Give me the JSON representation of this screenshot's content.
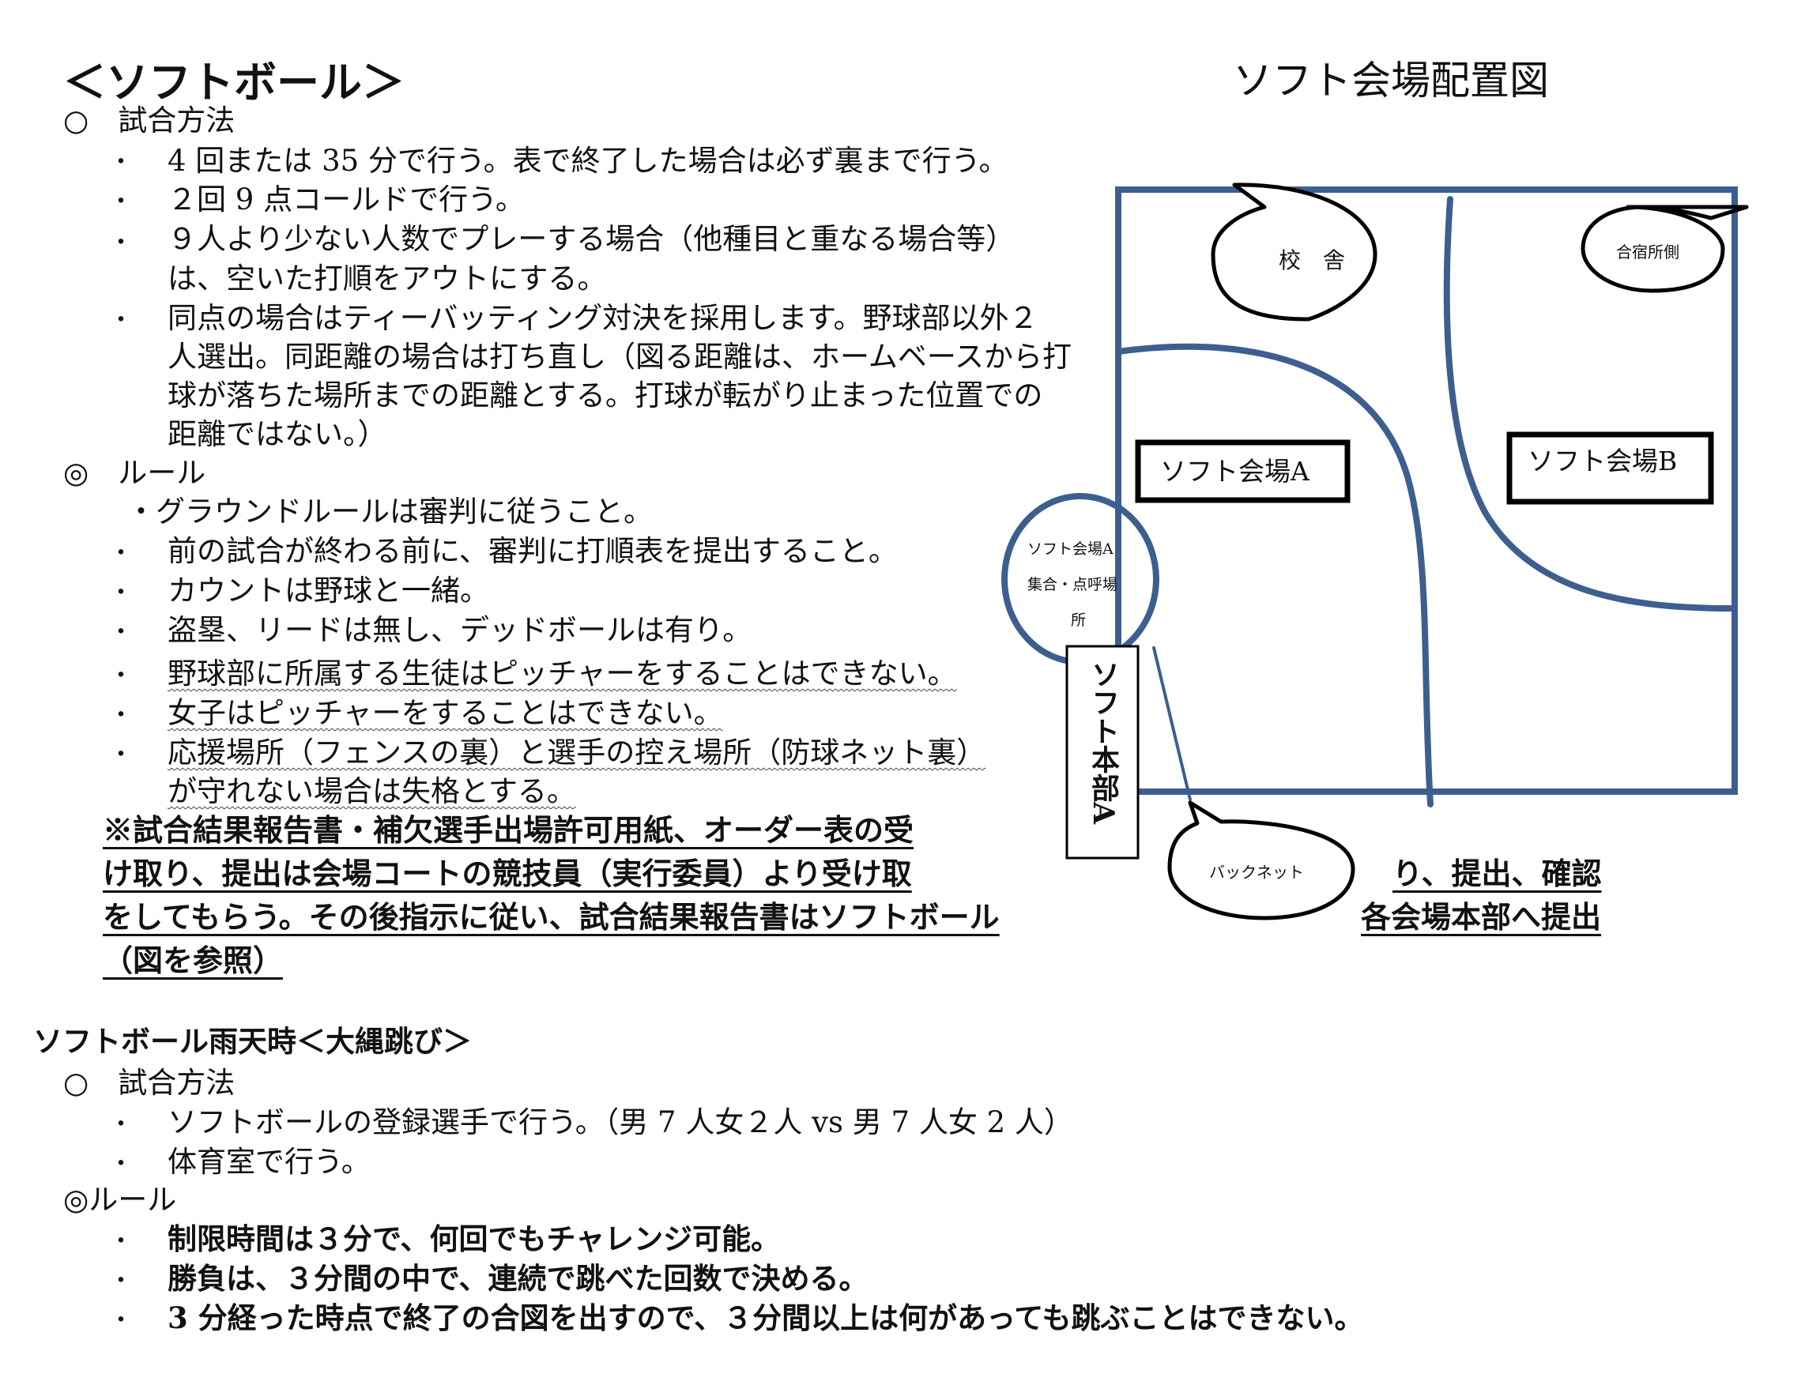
{
  "softball": {
    "title": "＜ソフトボール＞",
    "method": {
      "heading": "○　試合方法",
      "l1": "4 回または 35 分で行う。表で終了した場合は必ず裏まで行う。",
      "l2": "２回 9 点コールドで行う。",
      "l3a": "９人より少ない人数でプレーする場合（他種目と重なる場合等）",
      "l3b": "は、空いた打順をアウトにする。",
      "l4a": "同点の場合はティーバッティング対決を採用します。野球部以外２",
      "l4b": "人選出。同距離の場合は打ち直し（図る距離は、ホームベースから打",
      "l4c": "球が落ちた場所までの距離とする。打球が転がり止まった位置での",
      "l4d": "距離ではない。）"
    },
    "rules": {
      "heading": "◎　ルール",
      "r0": "・グラウンドルールは審判に従うこと。",
      "r1": "前の試合が終わる前に、審判に打順表を提出すること。",
      "r2": "カウントは野球と一緒。",
      "r3": "盗塁、リードは無し、デッドボールは有り。",
      "r4": "野球部に所属する生徒はピッチャーをすることはできない。",
      "r5": "女子はピッチャーをすることはできない。",
      "r6a": "応援場所（フェンスの裏）と選手の控え場所（防球ネット裏）",
      "r6b": "が守れない場合は失格とする。"
    },
    "note": {
      "n1": "※試合結果報告書・補欠選手出場許可用紙、オーダー表の受",
      "n2": "け取り、提出は会場コートの競技員（実行委員）より受け取",
      "n3": "をしてもらう。その後指示に従い、試合結果報告書はソフトボール",
      "n4": "（図を参照）",
      "r1": "り、提出、確認",
      "r2": "各会場本部へ提出"
    }
  },
  "diagram": {
    "title": "ソフト会場配置図",
    "school": "校　舎",
    "dorm": "合宿所側",
    "venue_a": "ソフト会場A",
    "venue_b": "ソフト会場B",
    "assembly1": "ソフト会場A",
    "assembly2": "集合・点呼場",
    "assembly3": "所",
    "hq": "ソフト本部A",
    "backnet": "バックネット",
    "line_color": "#3d5f8f"
  },
  "rain": {
    "title": "ソフトボール雨天時＜大縄跳び＞",
    "method_heading": "○　試合方法",
    "m1": "ソフトボールの登録選手で行う。（男 7 人女２人 vs 男 7 人女 2 人）",
    "m2": "体育室で行う。",
    "rules_heading": "◎ルール",
    "r1": "制限時間は３分で、何回でもチャレンジ可能。",
    "r2": "勝負は、３分間の中で、連続で跳べた回数で決める。",
    "r3": "3 分経った時点で終了の合図を出すので、３分間以上は何があっても跳ぶことはできない。"
  },
  "bullet_char": "・"
}
